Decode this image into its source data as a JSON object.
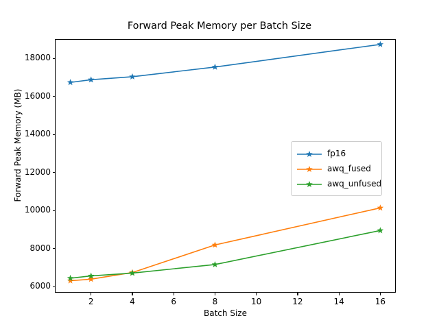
{
  "chart_data": {
    "type": "line",
    "title": "Forward Peak Memory per Batch Size",
    "xlabel": "Batch Size",
    "ylabel": "Forward Peak Memory (MB)",
    "x": [
      1,
      2,
      4,
      8,
      16
    ],
    "xlim": [
      0.25,
      16.75
    ],
    "ylim": [
      5680,
      19020
    ],
    "xticks": [
      2,
      4,
      6,
      8,
      10,
      12,
      14,
      16
    ],
    "xtick_labels": [
      "2",
      "4",
      "6",
      "8",
      "10",
      "12",
      "14",
      "16"
    ],
    "yticks": [
      6000,
      8000,
      10000,
      12000,
      14000,
      16000,
      18000
    ],
    "ytick_labels": [
      "6000",
      "8000",
      "10000",
      "12000",
      "14000",
      "16000",
      "18000"
    ],
    "grid": false,
    "legend_position": "center-right",
    "marker": "star",
    "series": [
      {
        "name": "fp16",
        "color": "#1f77b4",
        "values": [
          16740,
          16880,
          17040,
          17550,
          18740
        ]
      },
      {
        "name": "awq_fused",
        "color": "#ff7f0e",
        "values": [
          6310,
          6390,
          6740,
          8190,
          10140
        ]
      },
      {
        "name": "awq_unfused",
        "color": "#2ca02c",
        "values": [
          6440,
          6560,
          6710,
          7160,
          8950
        ]
      }
    ]
  },
  "legend": {
    "items": [
      {
        "label": "fp16",
        "color": "#1f77b4"
      },
      {
        "label": "awq_fused",
        "color": "#ff7f0e"
      },
      {
        "label": "awq_unfused",
        "color": "#2ca02c"
      }
    ]
  }
}
